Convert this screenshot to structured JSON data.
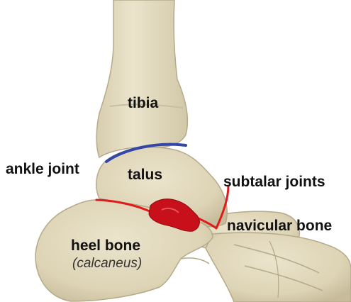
{
  "labels": {
    "tibia": "tibia",
    "ankle_joint": "ankle joint",
    "talus": "talus",
    "subtalar_joints": "subtalar joints",
    "navicular_bone": "navicular bone",
    "heel_bone": "heel bone",
    "heel_bone_sub": "(calcaneus)"
  },
  "colors": {
    "bone_fill": "#e4dcc2",
    "bone_shadow": "#cfc5a6",
    "bone_outline": "#b5aa8a",
    "ankle_joint_line": "#3347a8",
    "subtalar_joint_line": "#e01b1b",
    "injury_area": "#c8101a",
    "text": "#111111"
  }
}
